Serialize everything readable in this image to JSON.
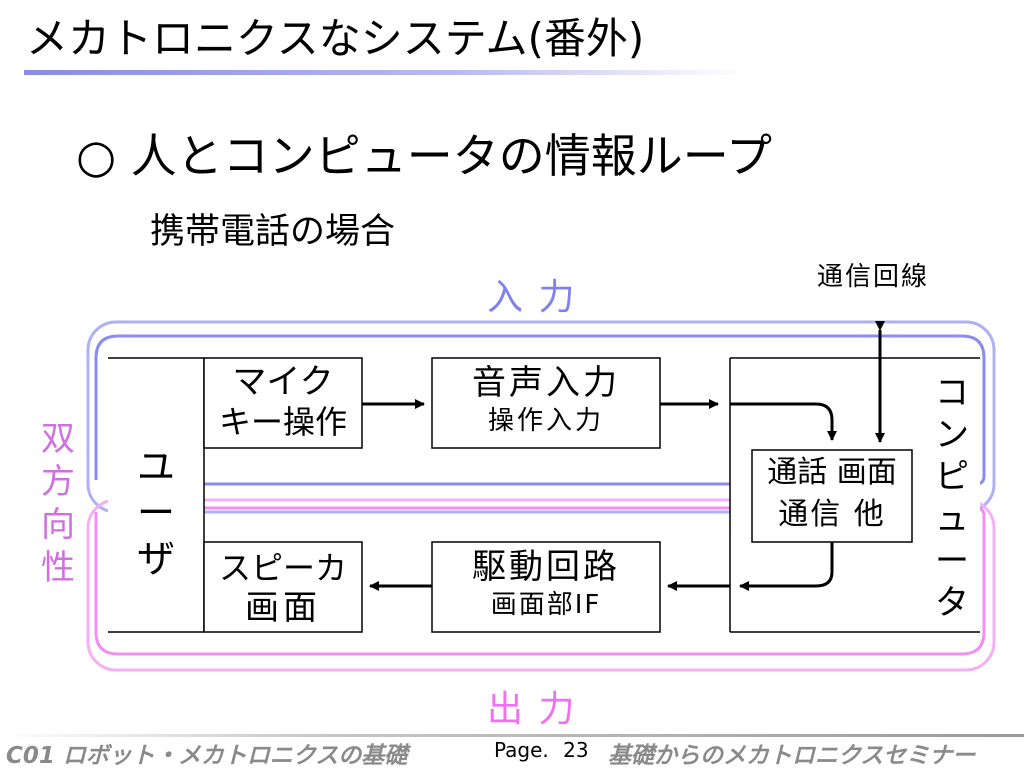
{
  "slide": {
    "title": "メカトロニクスなシステム(番外)",
    "heading": "○ 人とコンピュータの情報ループ",
    "subheading": "携帯電話の場合"
  },
  "diagram": {
    "input_label": "入 力",
    "output_label": "出 力",
    "comm_line_label": "通信回線",
    "bidirectional_label": "双方向性",
    "user_label": "ユーザ",
    "computer_label": "コンピュータ",
    "box_mic_key": {
      "line1": "マイク",
      "line2": "キー操作"
    },
    "box_voice_input": {
      "line1": "音声入力",
      "line2": "操作入力"
    },
    "box_call_screen": {
      "line1": "通話 画面",
      "line2": "通信 他"
    },
    "box_speaker_screen": {
      "line1": "スピーカ",
      "line2": "画面"
    },
    "box_drive_circuit": {
      "line1": "駆動回路",
      "line2": "画面部IF"
    },
    "colors": {
      "input_loop": "#9a9af0",
      "output_loop": "#f5a0f5",
      "input_text": "#8080ee",
      "output_text": "#f070f0"
    }
  },
  "footer": {
    "left": "C01 ロボット・メカトロニクスの基礎",
    "page_label": "Page.",
    "page_number": "23",
    "right": "基礎からのメカトロニクスセミナー"
  }
}
